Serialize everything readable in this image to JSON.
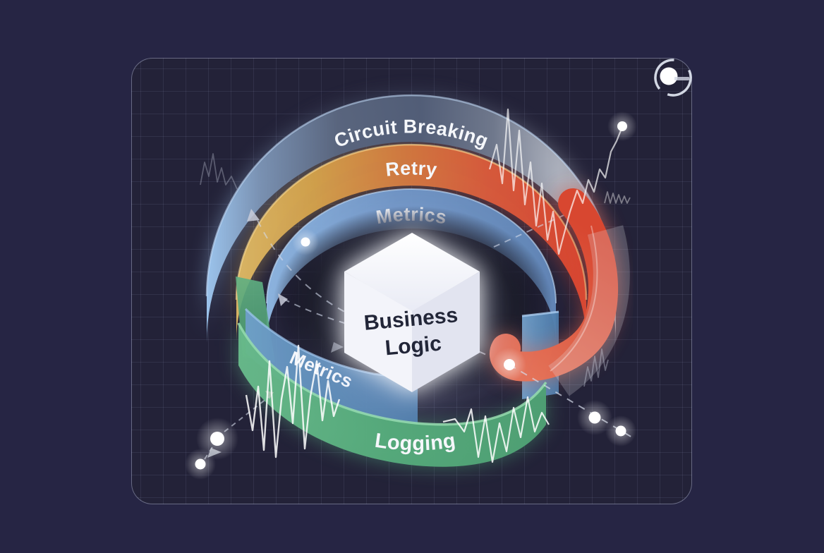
{
  "colors": {
    "background_outer": "#262544",
    "panel_background": "#232238",
    "frame_border": "rgba(198,206,235,0.42)",
    "grid_line": "rgba(162,172,208,0.11)",
    "label_text": "#f5f7fb",
    "core_text": "#232638",
    "circuit_breaking_left": "#9ec7f0",
    "circuit_breaking_top": "#55617c",
    "circuit_breaking_right": "#e2e4e9",
    "retry_gold": "#d2a14b",
    "retry_red": "#da4530",
    "metrics_blue": "#6f95c6",
    "metrics_front_blue": "#4d7cab",
    "logging_green": "#55aa7b",
    "dot_white": "#ffffff"
  },
  "diagram": {
    "core": {
      "shape": "cube",
      "label_line1": "Business",
      "label_line2": "Logic"
    },
    "rings": [
      {
        "id": "circuit-breaking",
        "label": "Circuit Breaking",
        "position": "outer-back"
      },
      {
        "id": "retry",
        "label": "Retry",
        "position": "middle-back"
      },
      {
        "id": "metrics",
        "label": "Metrics",
        "position": "inner-back"
      },
      {
        "id": "metrics-front",
        "label": "Metrics",
        "position": "front-left"
      },
      {
        "id": "logging",
        "label": "Logging",
        "position": "front-bottom"
      }
    ],
    "decorations": {
      "icons": [
        "zigzag-waveform",
        "dashed-orbit-arrow",
        "glow-dot",
        "cursor-arrow",
        "circle-dot-logo"
      ]
    }
  }
}
